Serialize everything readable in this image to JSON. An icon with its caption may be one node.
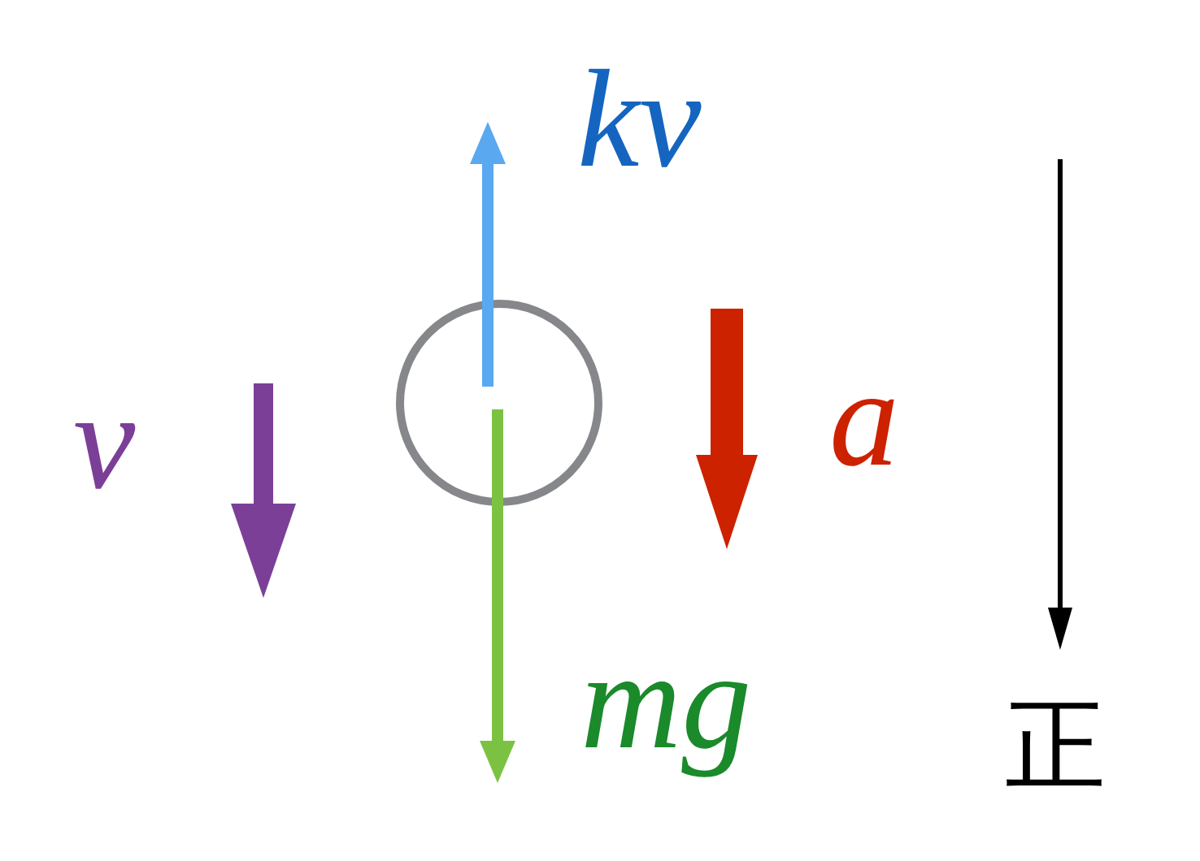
{
  "diagram": {
    "nodes": [
      {
        "text": [],
        "shape": "circle"
      }
    ],
    "labels": [
      "kv",
      "v",
      "a",
      "mg",
      "正"
    ]
  }
}
